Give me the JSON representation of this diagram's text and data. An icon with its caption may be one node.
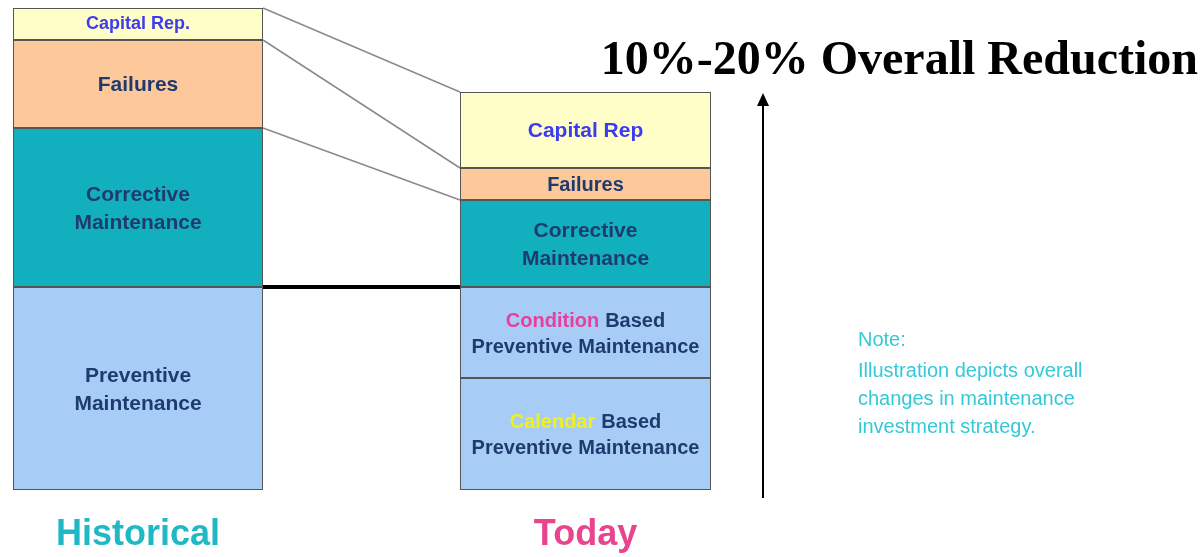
{
  "diagram": {
    "title": "10%-20% Overall Reduction",
    "nodes": [
      {
        "text": [
          "Capital Rep."
        ]
      },
      {
        "text": [
          "Failures"
        ]
      },
      {
        "text": [
          "Corrective Maintenance"
        ]
      },
      {
        "text": [
          "Preventive Maintenance"
        ]
      },
      {
        "text": [
          "Capital Rep"
        ]
      },
      {
        "text": [
          "Failures"
        ]
      },
      {
        "text": [
          "Corrective Maintenance"
        ]
      },
      {
        "text": [
          "Condition",
          "Based Preventive Maintenance"
        ]
      },
      {
        "text": [
          "Calendar",
          "Based Preventive Maintenance"
        ]
      }
    ],
    "edges": [
      {
        "from": 0,
        "to": 4,
        "arrow": "none"
      },
      {
        "from": 1,
        "to": 5,
        "arrow": "none"
      },
      {
        "from": 2,
        "to": 6,
        "arrow": "none"
      },
      {
        "from": 3,
        "to": 7,
        "arrow": "none",
        "style": "thick",
        "color": "#000000"
      }
    ],
    "labels": [
      "Historical",
      "Today",
      "Note:",
      "Illustration depicts overall changes in maintenance investment strategy."
    ]
  }
}
